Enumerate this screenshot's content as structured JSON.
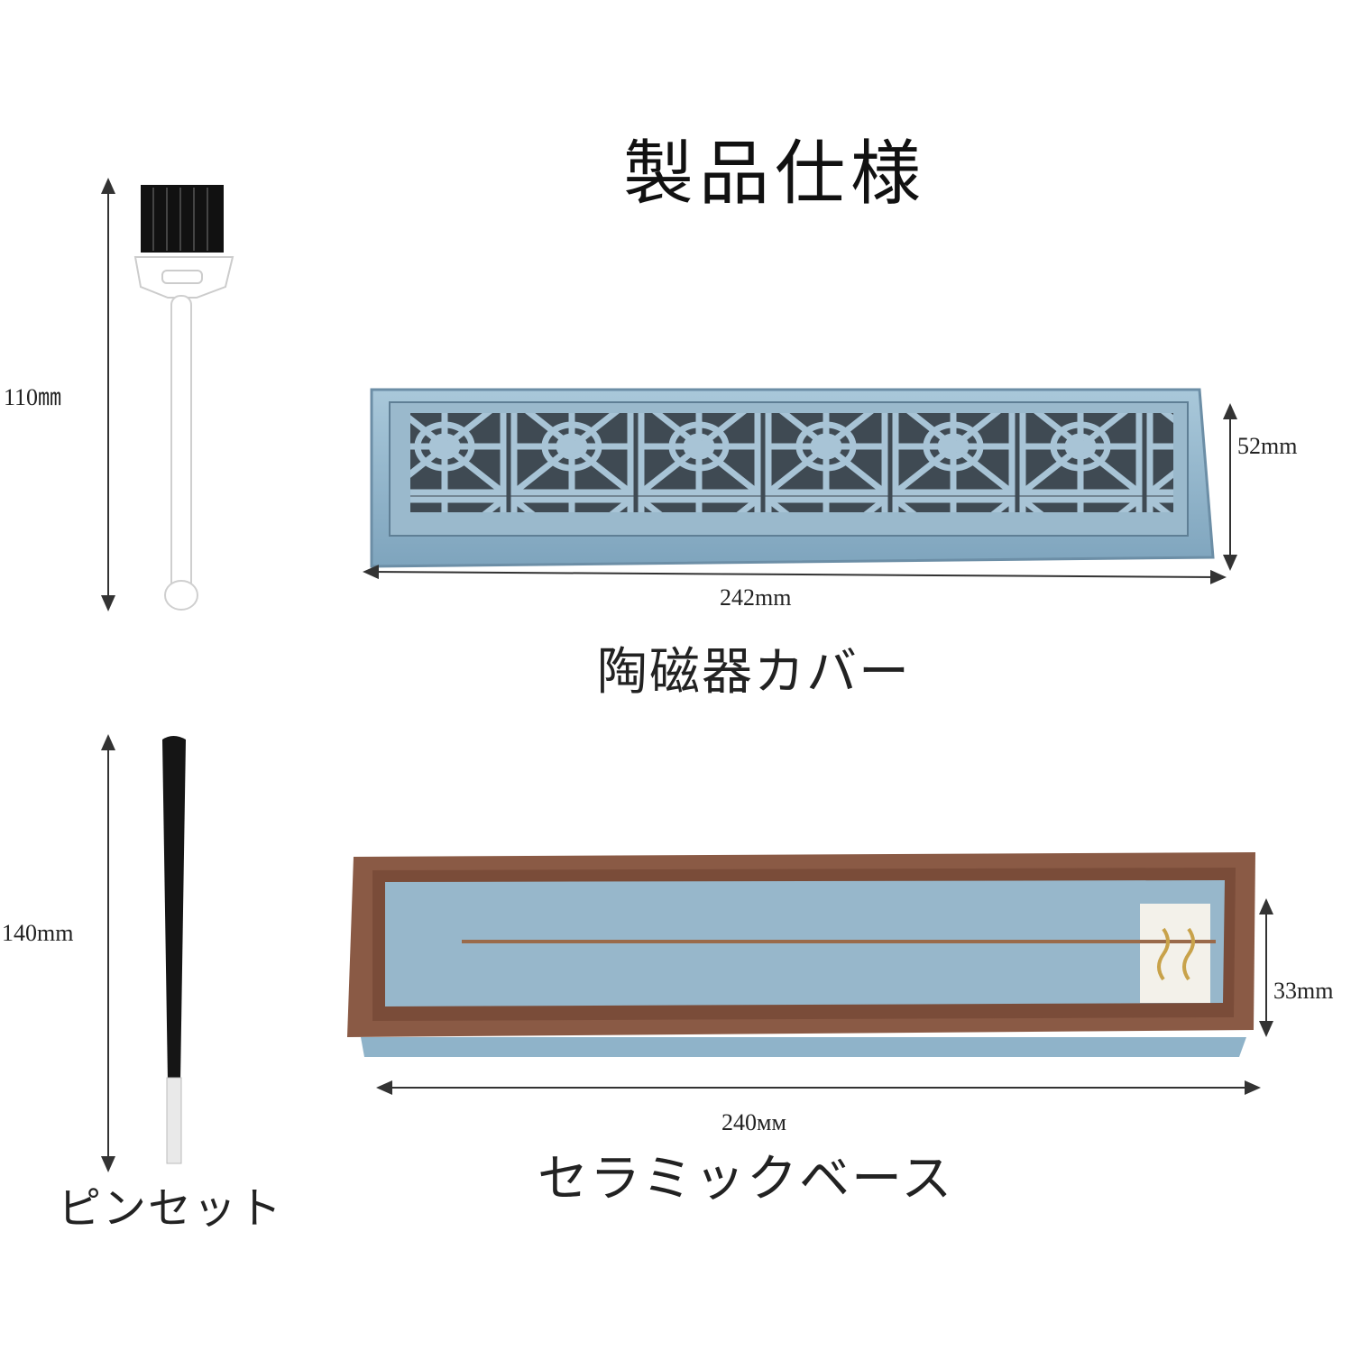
{
  "title": "製品仕様",
  "brush": {
    "height_label": "110㎜"
  },
  "cover": {
    "width_label": "242mm",
    "height_label": "52mm",
    "caption": "陶磁器カバー"
  },
  "tweezers": {
    "height_label": "140mm",
    "caption": "ピンセット"
  },
  "base": {
    "width_label": "240ᴍᴍ",
    "height_label": "33mm",
    "caption": "セラミックベース"
  },
  "colors": {
    "ceramic_blue": "#8fb3c9",
    "ceramic_brown": "#8a5a45",
    "brush_black": "#111111"
  }
}
